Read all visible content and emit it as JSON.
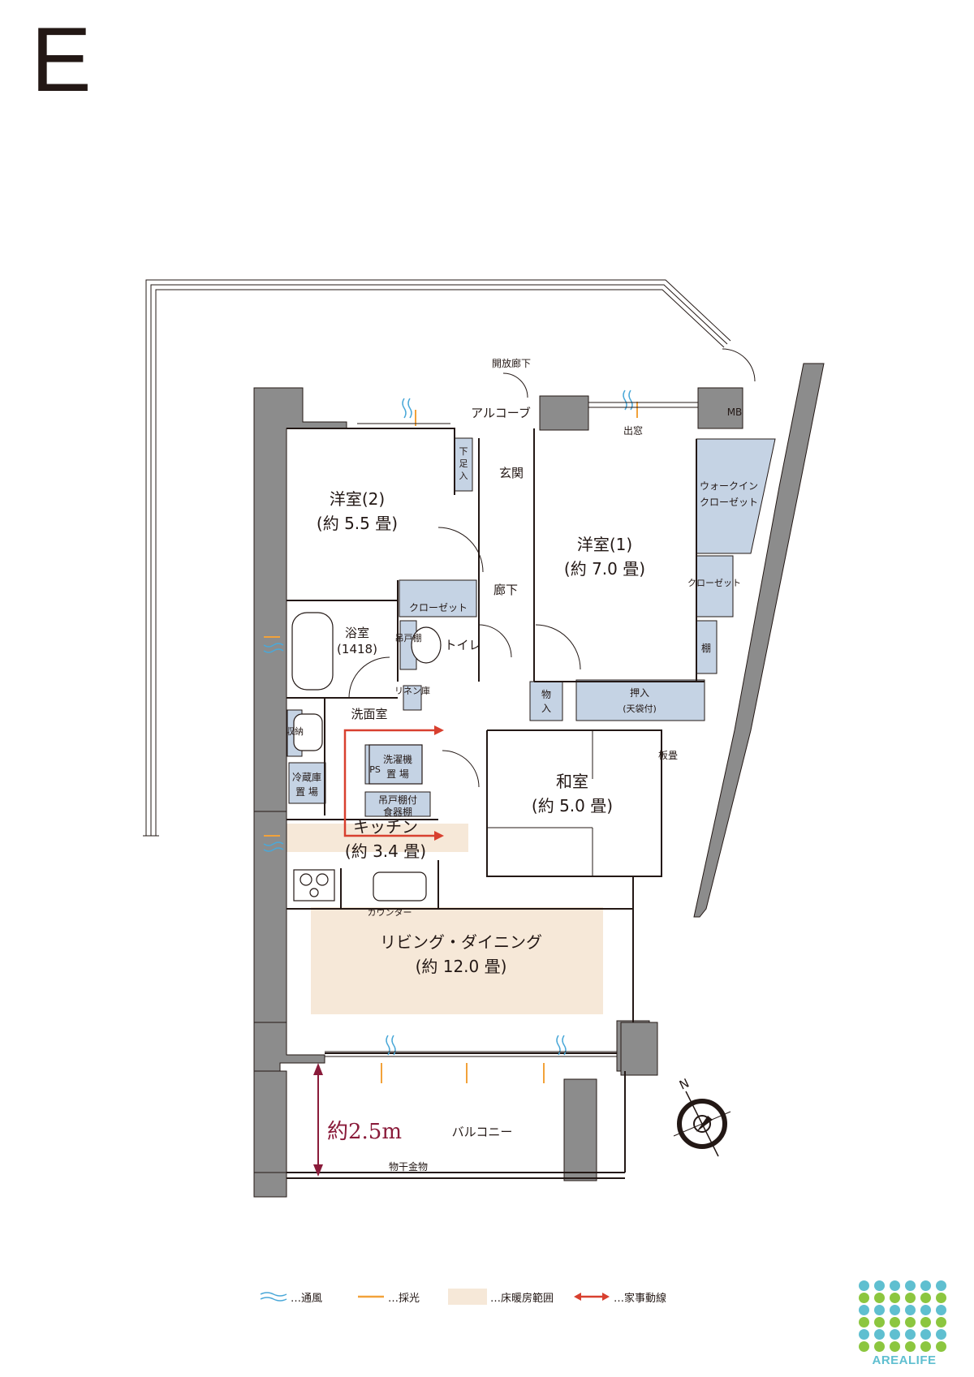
{
  "plan_letter": "E",
  "rooms": {
    "western2_name": "洋室(2)",
    "western2_size": "(約 5.5 畳)",
    "western1_name": "洋室(1)",
    "western1_size": "(約 7.0 畳)",
    "japanese_name": "和室",
    "japanese_size": "(約 5.0 畳)",
    "kitchen_name": "キッチン",
    "kitchen_size": "(約 3.4 畳)",
    "living_name": "リビング・ダイニング",
    "living_size": "(約 12.0 畳)",
    "bath_name": "浴室",
    "bath_size": "(1418)",
    "washroom": "洗面室",
    "corridor": "廊下",
    "entrance": "玄関",
    "toilet": "トイレ",
    "balcony": "バルコニー",
    "alcove": "アルコーブ",
    "open_corridor": "開放廊下",
    "bay_window": "出窓",
    "mb": "MB"
  },
  "storage": {
    "closet_w2": "クローゼット",
    "walk_in": "ウォークイン",
    "walk_in_2": "クローゼット",
    "closet_w1": "クローゼット",
    "shelf": "棚",
    "oshiire": "押入",
    "oshiire_sub": "(天袋付)",
    "monoire_1": "物",
    "monoire_2": "入",
    "shoes_1": "下",
    "shoes_2": "足",
    "shoes_3": "入",
    "linen": "リネン庫",
    "toilet_shelf": "吊戸棚",
    "storage_wash": "収納",
    "itatatami": "板畳",
    "washer_1": "洗濯機",
    "washer_2": "置 場",
    "ps": "PS",
    "fridge_1": "冷蔵庫",
    "fridge_2": "置 場",
    "hanging_1": "吊戸棚付",
    "hanging_2": "食器棚",
    "counter": "カウンター",
    "laundry_rod": "物干金物"
  },
  "dimension": {
    "balcony_depth": "約2.5m"
  },
  "compass": {
    "north": "N"
  },
  "legend": {
    "ventilation": "…通風",
    "daylight": "…採光",
    "floor_heating": "…床暖房範囲",
    "housework": "…家事動線"
  },
  "brand": {
    "name": "AREALIFE"
  },
  "colors": {
    "wall": "#8c8c8c",
    "storage_fill": "#c5d3e4",
    "floor_heating": "#f6e8d8",
    "housework_arrow": "#d8402f",
    "ventilation": "#4aa8d8",
    "daylight": "#f2a23a",
    "dimension": "#8a1b3a",
    "brand_teal": "#5fbfd0",
    "brand_green": "#8cc63f"
  }
}
